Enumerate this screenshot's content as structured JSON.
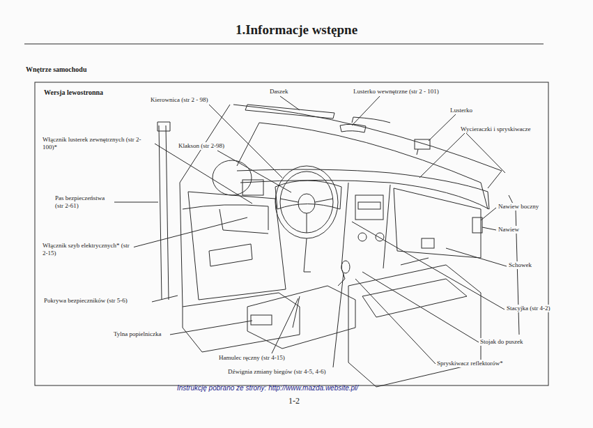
{
  "diagram": {
    "title": "1.Informacje wstępne",
    "labels": [
      "Wnętrze samochodu",
      "Wersja lewostronna",
      "Kierownica (str 2 - 98)",
      "Daszek",
      "Lusterko wewnętrzne (str 2 - 101)",
      "Lusterko",
      "Wycieraczki i spryskiwacze",
      "Włącznik lusterek zewnętrznych (str 2-100)*",
      "Klakson (str 2-98)",
      "Pas bezpieczeństwa (str 2-61)",
      "Nawiew boczny",
      "Nawiew",
      "Włącznik szyb elektrycznych* (str 2-15)",
      "Schowek",
      "Pokrywa bezpieczników (str 5-6)",
      "Stacyjka (str 4-2)",
      "Tylna popielniczka",
      "Stojak do puszek",
      "Hamulec ręczny (str 4-15)",
      "Dźwignia zmiany biegów (str 4-5, 4-6)",
      "Spryskiwacz reflektorów*",
      "Instrukcję pobrano ze strony: http://www.mazda.website.pl/",
      "1-2"
    ]
  }
}
